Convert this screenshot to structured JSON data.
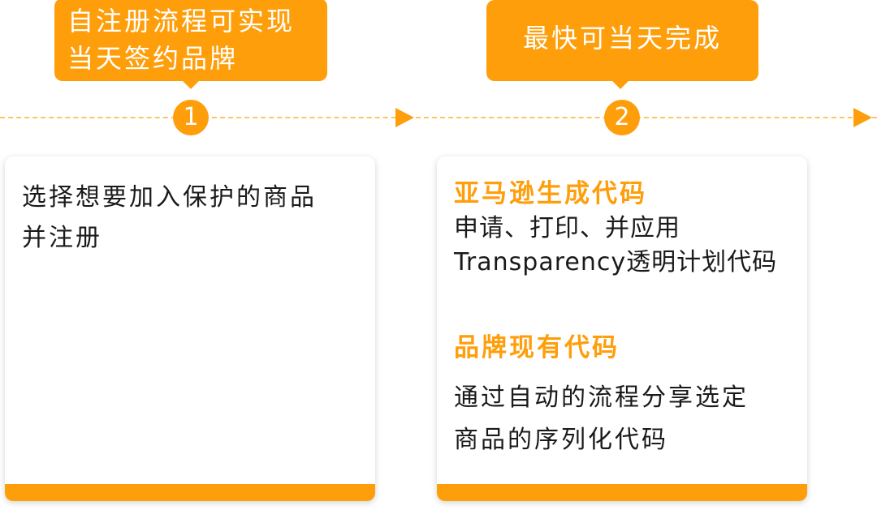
{
  "colors": {
    "accent": "#FF9E0B",
    "timeline_dash": "#FFC46A",
    "text": "#1a1a1a",
    "card_bg": "#ffffff"
  },
  "steps": [
    {
      "number": "1",
      "callout_lines": [
        "自注册流程可实现",
        "当天签约品牌"
      ],
      "card": {
        "body_lines": [
          "选择想要加入保护的商品",
          "并注册"
        ]
      }
    },
    {
      "number": "2",
      "callout_lines": [
        "最快可当天完成"
      ],
      "card": {
        "sections": [
          {
            "heading": "亚马逊生成代码",
            "lines": [
              "申请、打印、并应用",
              "Transparency透明计划代码"
            ]
          },
          {
            "heading": "品牌现有代码",
            "lines": [
              "通过自动的流程分享选定",
              "商品的序列化代码"
            ]
          }
        ]
      }
    }
  ],
  "icons": {
    "timeline_arrow": "arrow-right-triangle-icon"
  }
}
